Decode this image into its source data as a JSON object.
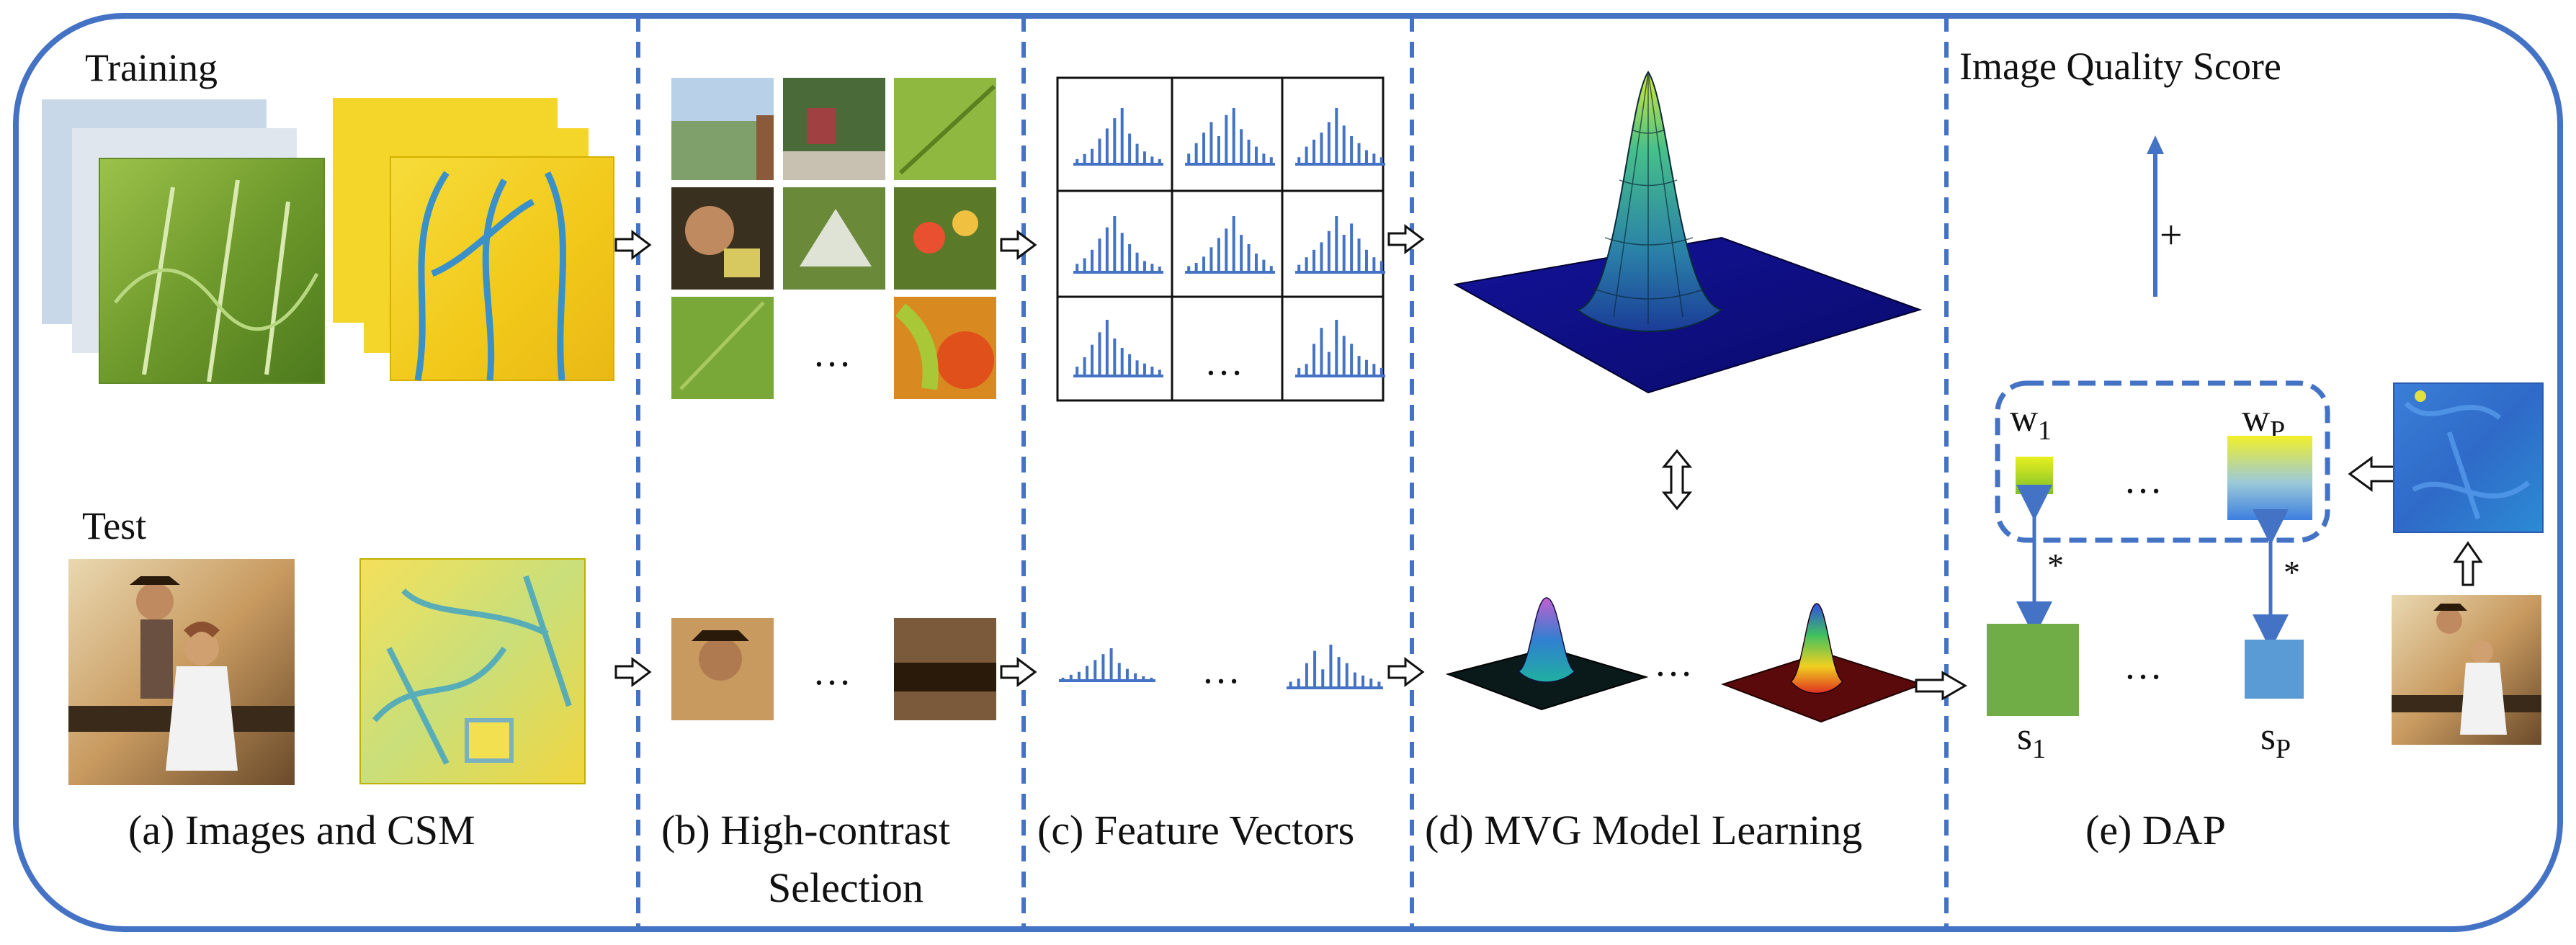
{
  "training_label": "Training",
  "test_label": "Test",
  "ellipsis": "…",
  "plus_sign": "+",
  "asterisk": "*",
  "quality_title": "Image Quality Score",
  "captions": {
    "a": "(a) Images and CSM",
    "b_line1": "(b) High-contrast",
    "b_line2": "Selection",
    "c": "(c) Feature Vectors",
    "d": "(d) MVG Model Learning",
    "e": "(e) DAP"
  },
  "weights": {
    "first_base": "w",
    "first_sub": "1",
    "last_base": "w",
    "last_sub": "P"
  },
  "scores": {
    "first_base": "s",
    "first_sub": "1",
    "last_base": "s",
    "last_sub": "P"
  },
  "colors": {
    "frame": "#4472C4",
    "divider": "#4472C4",
    "histogram": "#4472C4",
    "score_green": "#70AD47",
    "score_blue": "#5B9BD5",
    "csm_yellow": "#F2D21B",
    "csm_blue": "#2E86C1"
  }
}
